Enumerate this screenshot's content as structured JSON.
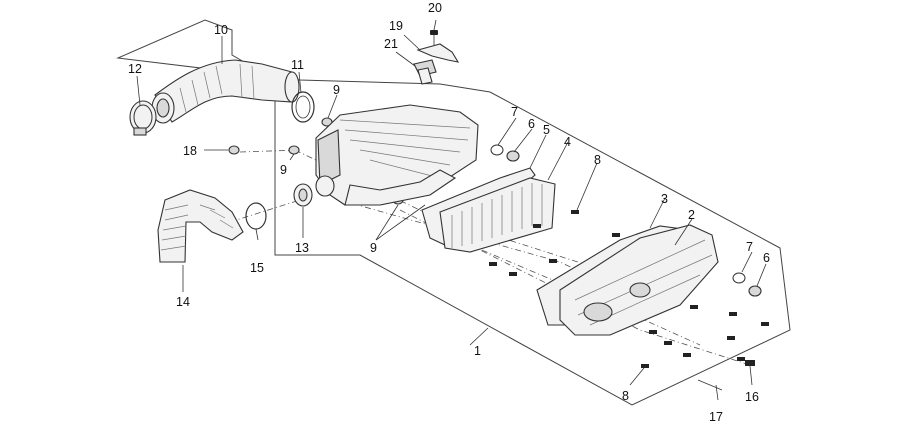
{
  "callouts": [
    {
      "id": "c20",
      "text": "20"
    },
    {
      "id": "c19",
      "text": "19"
    },
    {
      "id": "c21",
      "text": "21"
    },
    {
      "id": "c10",
      "text": "10"
    },
    {
      "id": "c12",
      "text": "12"
    },
    {
      "id": "c11",
      "text": "11"
    },
    {
      "id": "c9a",
      "text": "9"
    },
    {
      "id": "c18",
      "text": "18"
    },
    {
      "id": "c9b",
      "text": "9"
    },
    {
      "id": "c7a",
      "text": "7"
    },
    {
      "id": "c6a",
      "text": "6"
    },
    {
      "id": "c5",
      "text": "5"
    },
    {
      "id": "c4",
      "text": "4"
    },
    {
      "id": "c8a",
      "text": "8"
    },
    {
      "id": "c3",
      "text": "3"
    },
    {
      "id": "c2",
      "text": "2"
    },
    {
      "id": "c7b",
      "text": "7"
    },
    {
      "id": "c6b",
      "text": "6"
    },
    {
      "id": "c13",
      "text": "13"
    },
    {
      "id": "c9c",
      "text": "9"
    },
    {
      "id": "c15",
      "text": "15"
    },
    {
      "id": "c14",
      "text": "14"
    },
    {
      "id": "c1",
      "text": "1"
    },
    {
      "id": "c8b",
      "text": "8"
    },
    {
      "id": "c17",
      "text": "17"
    },
    {
      "id": "c16",
      "text": "16"
    }
  ]
}
